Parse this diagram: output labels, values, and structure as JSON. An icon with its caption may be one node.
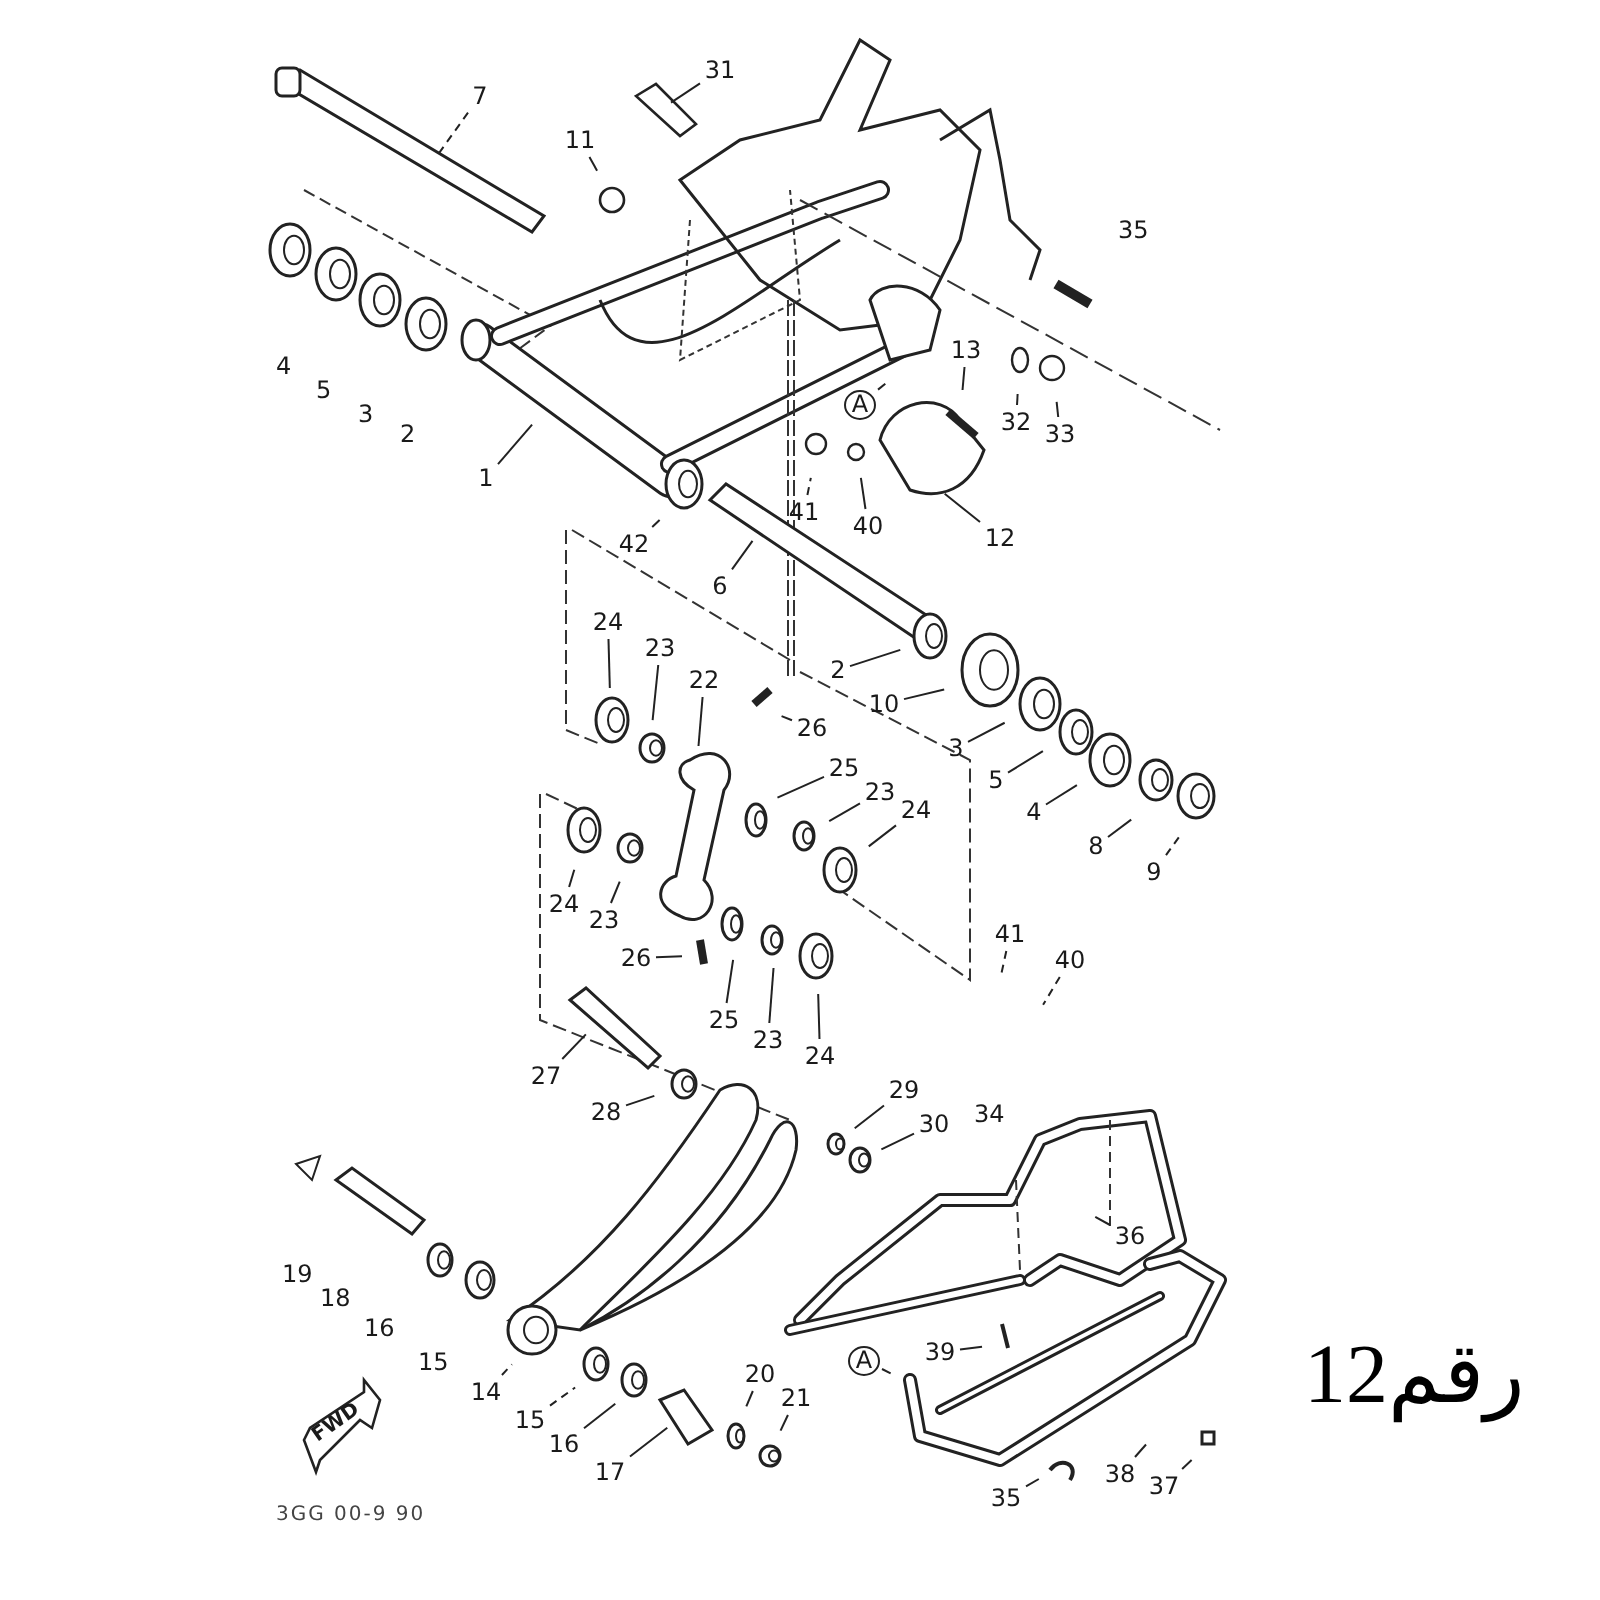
{
  "diagram": {
    "nodes": [
      {
        "text": [
          "7"
        ]
      },
      {
        "text": [
          "31"
        ]
      },
      {
        "text": [
          "11"
        ]
      },
      {
        "text": [
          "1"
        ]
      },
      {
        "text": [
          "A"
        ]
      },
      {
        "text": [
          "13"
        ]
      },
      {
        "text": [
          "32"
        ]
      },
      {
        "text": [
          "33"
        ]
      },
      {
        "text": [
          "42"
        ]
      },
      {
        "text": [
          "41"
        ]
      },
      {
        "text": [
          "40"
        ]
      },
      {
        "text": [
          "12"
        ]
      },
      {
        "text": [
          "6"
        ]
      },
      {
        "text": [
          "24"
        ]
      },
      {
        "text": [
          "23"
        ]
      },
      {
        "text": [
          "2"
        ]
      },
      {
        "text": [
          "22"
        ]
      },
      {
        "text": [
          "10"
        ]
      },
      {
        "text": [
          "26"
        ]
      },
      {
        "text": [
          "3"
        ]
      },
      {
        "text": [
          "5"
        ]
      },
      {
        "text": [
          "25"
        ]
      },
      {
        "text": [
          "23"
        ]
      },
      {
        "text": [
          "4"
        ]
      },
      {
        "text": [
          "24"
        ]
      },
      {
        "text": [
          "8"
        ]
      },
      {
        "text": [
          "9"
        ]
      },
      {
        "text": [
          "24"
        ]
      },
      {
        "text": [
          "23"
        ]
      },
      {
        "text": [
          "41"
        ]
      },
      {
        "text": [
          "26"
        ]
      },
      {
        "text": [
          "40"
        ]
      },
      {
        "text": [
          "25"
        ]
      },
      {
        "text": [
          "23"
        ]
      },
      {
        "text": [
          "24"
        ]
      },
      {
        "text": [
          "27"
        ]
      },
      {
        "text": [
          "28"
        ]
      },
      {
        "text": [
          "29"
        ]
      },
      {
        "text": [
          "30"
        ]
      },
      {
        "text": [
          "36"
        ]
      },
      {
        "text": [
          "39"
        ]
      },
      {
        "text": [
          "A"
        ]
      },
      {
        "text": [
          "14"
        ]
      },
      {
        "text": [
          "15"
        ]
      },
      {
        "text": [
          "20"
        ]
      },
      {
        "text": [
          "21"
        ]
      },
      {
        "text": [
          "16"
        ]
      },
      {
        "text": [
          "17"
        ]
      },
      {
        "text": [
          "38"
        ]
      },
      {
        "text": [
          "37"
        ]
      },
      {
        "text": [
          "35"
        ]
      }
    ],
    "edges": [
      {
        "from": 0,
        "to": null,
        "arrow": "none",
        "style": "dashed"
      },
      {
        "from": 1,
        "to": null,
        "arrow": "none"
      },
      {
        "from": 2,
        "to": null,
        "arrow": "none"
      },
      {
        "from": 3,
        "to": null,
        "arrow": "none"
      },
      {
        "from": 4,
        "to": null,
        "arrow": "none"
      },
      {
        "from": 5,
        "to": null,
        "arrow": "none"
      },
      {
        "from": 6,
        "to": null,
        "arrow": "none"
      },
      {
        "from": 7,
        "to": null,
        "arrow": "none"
      },
      {
        "from": 8,
        "to": null,
        "arrow": "none"
      },
      {
        "from": 9,
        "to": null,
        "arrow": "none",
        "style": "dashed"
      },
      {
        "from": 10,
        "to": null,
        "arrow": "none"
      },
      {
        "from": 11,
        "to": null,
        "arrow": "none"
      },
      {
        "from": 12,
        "to": null,
        "arrow": "none"
      },
      {
        "from": 13,
        "to": null,
        "arrow": "none"
      },
      {
        "from": 14,
        "to": null,
        "arrow": "none"
      },
      {
        "from": 15,
        "to": null,
        "arrow": "none"
      },
      {
        "from": 16,
        "to": null,
        "arrow": "none"
      },
      {
        "from": 17,
        "to": null,
        "arrow": "none"
      },
      {
        "from": 18,
        "to": null,
        "arrow": "none"
      },
      {
        "from": 19,
        "to": null,
        "arrow": "none"
      },
      {
        "from": 20,
        "to": null,
        "arrow": "none"
      },
      {
        "from": 21,
        "to": null,
        "arrow": "none"
      },
      {
        "from": 22,
        "to": null,
        "arrow": "none"
      },
      {
        "from": 23,
        "to": null,
        "arrow": "none"
      },
      {
        "from": 24,
        "to": null,
        "arrow": "none"
      },
      {
        "from": 25,
        "to": null,
        "arrow": "none"
      },
      {
        "from": 26,
        "to": null,
        "arrow": "none",
        "style": "dashed"
      },
      {
        "from": 27,
        "to": null,
        "arrow": "none"
      },
      {
        "from": 28,
        "to": null,
        "arrow": "none"
      },
      {
        "from": 29,
        "to": null,
        "arrow": "none",
        "style": "dashed"
      },
      {
        "from": 30,
        "to": null,
        "arrow": "none"
      },
      {
        "from": 31,
        "to": null,
        "arrow": "none",
        "style": "dashed"
      },
      {
        "from": 32,
        "to": null,
        "arrow": "none"
      },
      {
        "from": 33,
        "to": null,
        "arrow": "none"
      },
      {
        "from": 34,
        "to": null,
        "arrow": "none"
      },
      {
        "from": 35,
        "to": null,
        "arrow": "none"
      },
      {
        "from": 36,
        "to": null,
        "arrow": "none"
      },
      {
        "from": 37,
        "to": null,
        "arrow": "none"
      },
      {
        "from": 38,
        "to": null,
        "arrow": "none"
      },
      {
        "from": 39,
        "to": null,
        "arrow": "none"
      },
      {
        "from": 40,
        "to": null,
        "arrow": "none"
      },
      {
        "from": 41,
        "to": null,
        "arrow": "none"
      },
      {
        "from": 42,
        "to": null,
        "arrow": "none",
        "style": "dashed"
      },
      {
        "from": 43,
        "to": null,
        "arrow": "none",
        "style": "dashed"
      },
      {
        "from": 44,
        "to": null,
        "arrow": "none"
      },
      {
        "from": 45,
        "to": null,
        "arrow": "none"
      },
      {
        "from": 46,
        "to": null,
        "arrow": "none"
      },
      {
        "from": 47,
        "to": null,
        "arrow": "none"
      },
      {
        "from": 48,
        "to": null,
        "arrow": "none"
      },
      {
        "from": 49,
        "to": null,
        "arrow": "none"
      },
      {
        "from": 50,
        "to": null,
        "arrow": "none"
      }
    ],
    "labels": [
      "4",
      "5",
      "3",
      "2",
      "35",
      "34",
      "19",
      "18",
      "16",
      "15",
      "FWD",
      "3GG 00-9 90",
      "رقم12"
    ]
  }
}
